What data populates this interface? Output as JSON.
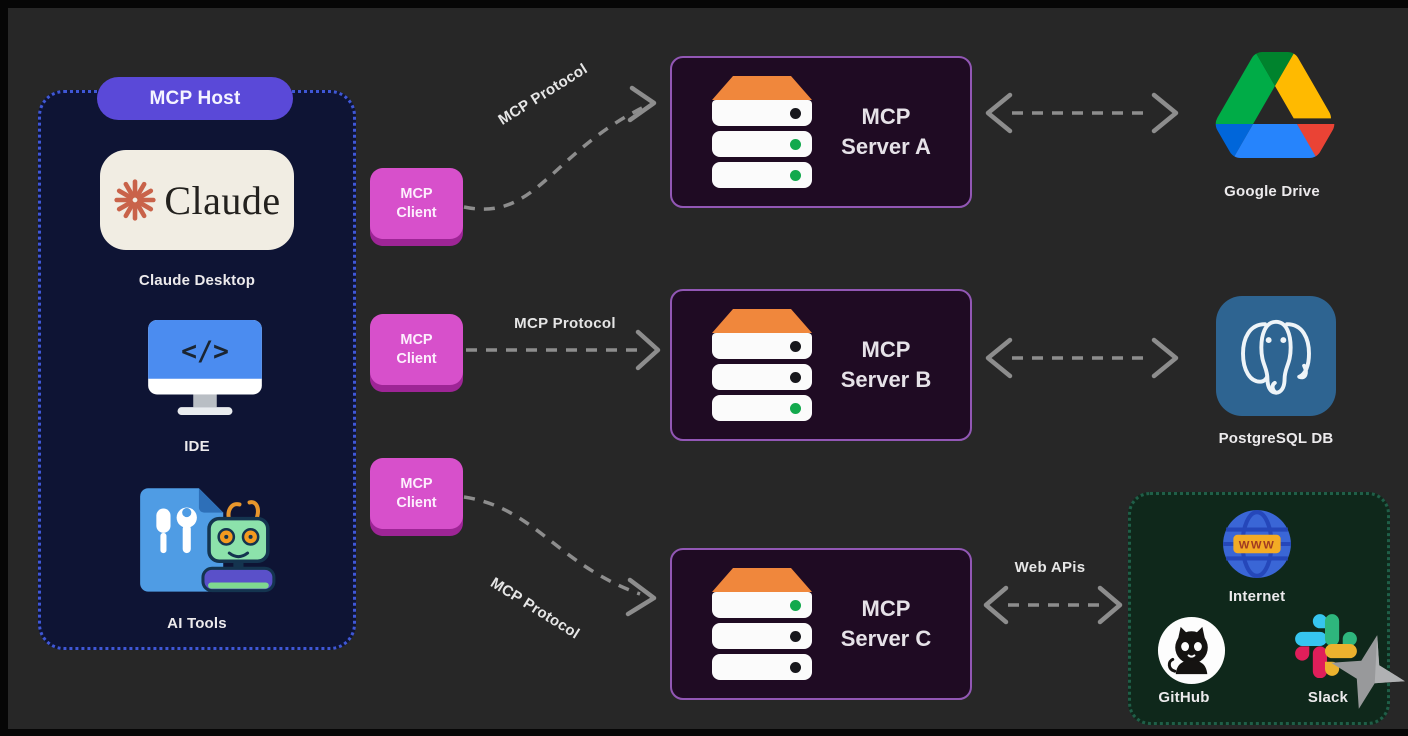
{
  "host": {
    "badge": "MCP Host",
    "claude_brand": "Claude",
    "claude_label": "Claude Desktop",
    "ide_label": "IDE",
    "ide_glyph": "</>",
    "ai_tools_label": "AI Tools"
  },
  "clients": [
    {
      "label": "MCP Client"
    },
    {
      "label": "MCP Client"
    },
    {
      "label": "MCP Client"
    }
  ],
  "servers": [
    {
      "name": "MCP Server A",
      "leds": [
        "#17171c",
        "#13a94d",
        "#13a94d"
      ]
    },
    {
      "name": "MCP Server B",
      "leds": [
        "#17171c",
        "#17171c",
        "#13a94d"
      ]
    },
    {
      "name": "MCP Server C",
      "leds": [
        "#13a94d",
        "#17171c",
        "#17171c"
      ]
    }
  ],
  "connections": {
    "client_a_label": "MCP Protocol",
    "client_b_label": "MCP Protocol",
    "client_c_label": "MCP Protocol",
    "web_api_label": "Web APis"
  },
  "external": {
    "gdrive_label": "Google Drive",
    "postgres_label": "PostgreSQL DB",
    "internet_label": "Internet",
    "internet_banner": "WWW",
    "github_label": "GitHub",
    "slack_label": "Slack"
  },
  "colors": {
    "accent_host_pill": "#5a49d8",
    "accent_client": "#d750cb",
    "accent_server_border": "#9257b5",
    "accent_server_top": "#f0873c",
    "led_green": "#13a94d",
    "led_off": "#17171c",
    "arrow": "#8d8d8d",
    "green_zone_border": "#1f5f48"
  }
}
